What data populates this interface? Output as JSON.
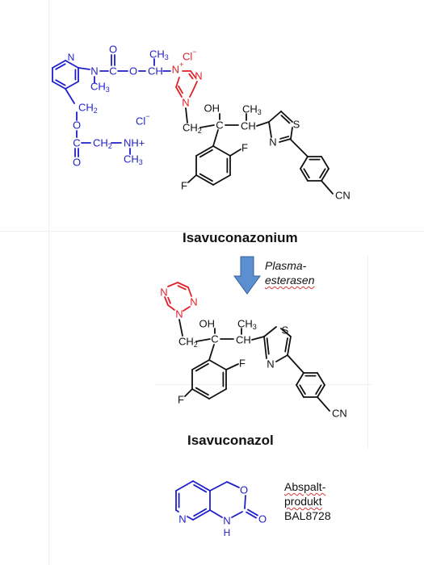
{
  "diagram": {
    "prodrug_name": "Isavuconazonium",
    "active_name": "Isavuconazol",
    "enzyme_line1": "Plasma-",
    "enzyme_line2": "esterasen",
    "byproduct_line1": "Abspalt-",
    "byproduct_line2": "produkt",
    "byproduct_line3": "BAL8728"
  },
  "atoms": {
    "N": "N",
    "O": "O",
    "C": "C",
    "CH": "CH",
    "CH3": "CH",
    "CH2": "CH",
    "sub2": "2",
    "sub3": "3",
    "Cl_minus": "Cl",
    "minus": "−",
    "plus": "+",
    "NH_plus": "NH+",
    "S": "S",
    "F": "F",
    "CN": "CN",
    "OH": "OH",
    "NH": "NH",
    "H": "H"
  },
  "colors": {
    "prodrug_moiety": "#1f1fc8",
    "triazole": "#e0202a",
    "core": "#111111",
    "arrow_fill": "#5b8fd0",
    "arrow_stroke": "#2f5fa0"
  }
}
